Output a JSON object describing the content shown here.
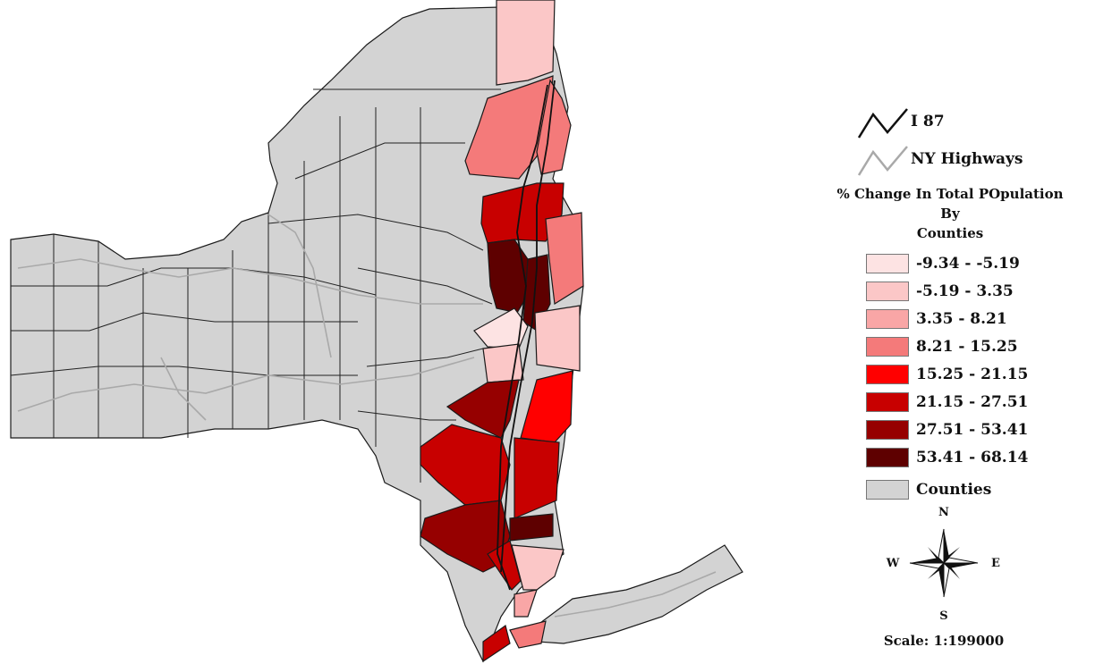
{
  "legend": {
    "i87_label": "I 87",
    "highways_label": "NY Highways",
    "title_line1": "% Change In Total POpulation",
    "title_line2": "By",
    "title_line3": "Counties",
    "classes": [
      {
        "label": "-9.34 - -5.19",
        "color": "#fde3e3"
      },
      {
        "label": "-5.19 - 3.35",
        "color": "#fbc7c7"
      },
      {
        "label": "3.35 - 8.21",
        "color": "#f9a6a6"
      },
      {
        "label": "8.21 - 15.25",
        "color": "#f47a7a"
      },
      {
        "label": "15.25 - 21.15",
        "color": "#ff0000"
      },
      {
        "label": "21.15 - 27.51",
        "color": "#c80000"
      },
      {
        "label": "27.51 - 53.41",
        "color": "#960000"
      },
      {
        "label": "53.41 - 68.14",
        "color": "#5e0000"
      }
    ],
    "counties_label": "Counties",
    "counties_color": "#d3d3d3",
    "i87_color": "#111111",
    "highway_color": "#a9a9a9"
  },
  "compass": {
    "n": "N",
    "s": "S",
    "e": "E",
    "w": "W"
  },
  "scale_label": "Scale: 1:199000"
}
